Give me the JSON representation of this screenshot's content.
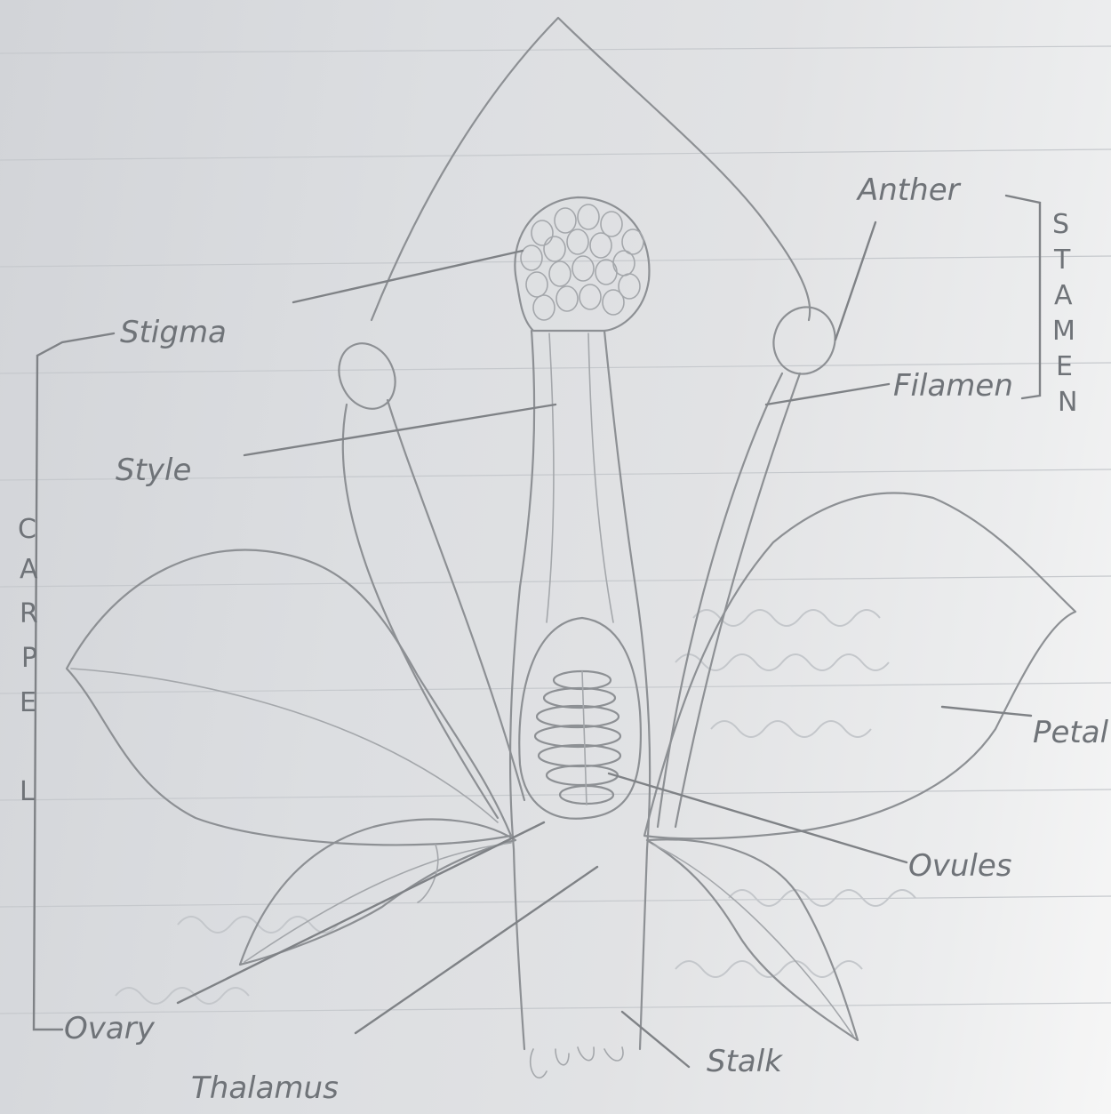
{
  "labels": {
    "anther": "Anther",
    "stamen_letters": [
      "S",
      "T",
      "A",
      "M",
      "E",
      "N"
    ],
    "filament": "Filamen",
    "stigma": "Stigma",
    "style": "Style",
    "carpel_letters": [
      "C",
      "A",
      "R",
      "P",
      "E",
      "L"
    ],
    "petal": "Petal",
    "ovules": "Ovules",
    "ovary": "Ovary",
    "thalamus": "Thalamus",
    "stalk": "Stalk"
  },
  "colors": {
    "paper": "#dcdee1",
    "pencil": "#8d9094",
    "label_ink": "#6f7378"
  }
}
